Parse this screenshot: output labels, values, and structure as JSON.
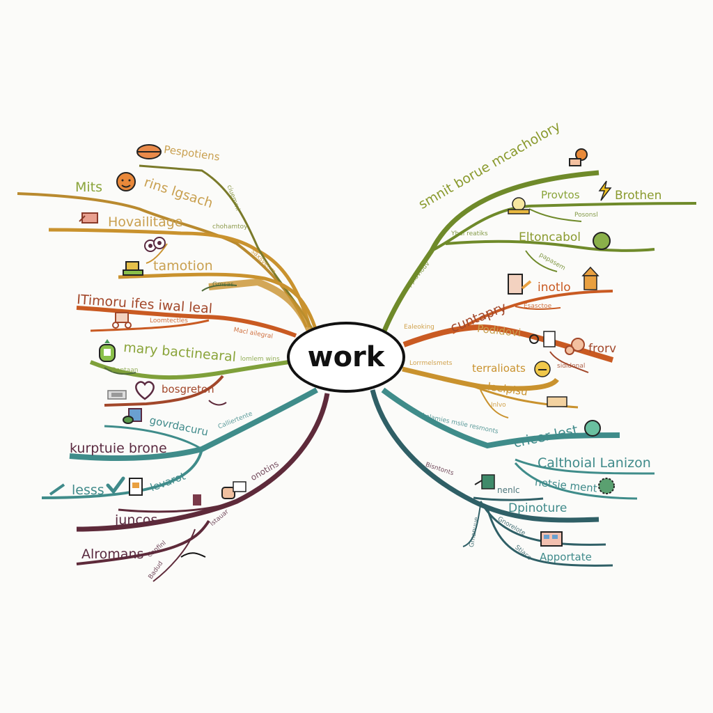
{
  "center": {
    "label": "work"
  },
  "colors": {
    "olive": "#7a8a2e",
    "gold": "#c9922e",
    "orange": "#c95a22",
    "green": "#7fa03a",
    "rust": "#a2472a",
    "teal": "#3f8c8a",
    "plum": "#5e2a3a",
    "darkteal": "#2f5f66",
    "label_gold": "#c9a050",
    "label_teal": "#3f8a8a",
    "label_plum": "#5a2a40"
  },
  "left_branches": {
    "top_gold": {
      "labels": [
        "Pespotiens",
        "Mits",
        "rins lgsach",
        "Hovailitage",
        "tamotion"
      ],
      "sublabels": [
        "ciuemmi",
        "chohamtoy",
        "saxsvenm",
        "Gmsas"
      ]
    },
    "orange": {
      "labels": [
        "ITimoru ifes iwal leal"
      ],
      "sublabels": [
        "Loomtectles",
        "Macl ailegral"
      ]
    },
    "green": {
      "labels": [
        "mary bactinearal"
      ],
      "sublabels": [
        "Dantaan",
        "lomlem wins"
      ]
    },
    "rust": {
      "labels": [
        "bosgreton"
      ]
    },
    "teal": {
      "labels": [
        "govrdacuru",
        "kurptuie brone",
        "lesss",
        "levarot"
      ],
      "sublabels": [
        "Calliertente"
      ]
    },
    "plum": {
      "labels": [
        "juncos",
        "Alromans",
        "onotins"
      ],
      "sublabels": [
        "Canfinl",
        "Istauar",
        "Badud"
      ]
    }
  },
  "right_branches": {
    "olive": {
      "labels": [
        "smnit borue mcacholory",
        "Provtos",
        "Brothen",
        "Eltoncabol"
      ],
      "sublabels": [
        "Yhal reatiks",
        "Posonsl",
        "pplaviouv",
        "papasem"
      ]
    },
    "orange": {
      "labels": [
        "inotlo",
        "cuntapry",
        "Podidovi",
        "frorv"
      ],
      "sublabels": [
        "Ealeoking",
        "Esasctoe",
        "sididonal"
      ]
    },
    "gold": {
      "labels": [
        "terralioats",
        "leelplsu"
      ],
      "sublabels": [
        "Lorrmelsmets",
        "Inlvo"
      ]
    },
    "teal": {
      "labels": [
        "cricer lest",
        "Calthoial Lanizon",
        "netsie ment"
      ],
      "sublabels": [
        "kolamies mslie resmonts"
      ]
    },
    "darkteal": {
      "labels": [
        "nenlc",
        "Dpinoture",
        "Apportate"
      ],
      "sublabels": [
        "Bisntonts",
        "Gnorelote",
        "Stiace",
        "Gmanuue"
      ]
    }
  }
}
